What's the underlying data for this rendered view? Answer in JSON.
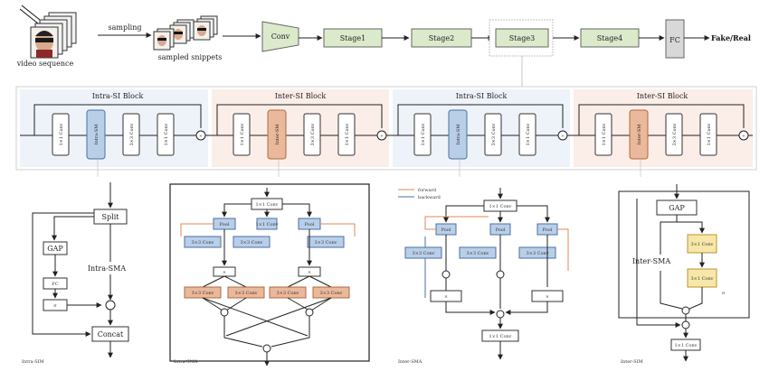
{
  "pipeline": {
    "input_label": "video sequence",
    "sampling_label": "sampling",
    "sampled_label": "sampled snippets",
    "stem": "Conv",
    "stages": [
      "Stage1",
      "Stage2",
      "Stage3",
      "Stage4"
    ],
    "fc": "FC",
    "output": "Fake/Real"
  },
  "blocks": {
    "titles": [
      "Intra-SI Block",
      "Inter-SI Block",
      "Intra-SI Block",
      "Inter-SI Block"
    ],
    "conv1": "1×1 Conv",
    "conv3": "3×3 Conv",
    "intra_module": "Intra-SM",
    "inter_module": "Inter-SM",
    "op_sum": "+"
  },
  "panels": {
    "p1": {
      "caption": "Intra-SIM",
      "split": "Split",
      "gap": "GAP",
      "fc": "FC",
      "sigma": "σ",
      "intra_sma": "Intra-SMA",
      "concat": "Concat"
    },
    "p2": {
      "caption": "Intra-SMA",
      "top_conv": "1×1 Conv",
      "pool_left": "Pool",
      "pool_right": "Pool",
      "mid_conv": "1×1 Conv",
      "conv_blue": "3×3 Conv",
      "conv_orange": "3×3 Conv",
      "mul": "×"
    },
    "p3": {
      "caption": "Inter-SMA",
      "legend_forward": "forward",
      "legend_backward": "backward",
      "top_conv": "1×1 Conv",
      "pool": "Pool",
      "conv_blue": "3×3 Conv",
      "mul": "×",
      "out_conv": "1×1 Conv"
    },
    "p4": {
      "caption": "Inter-SIM",
      "gap": "GAP",
      "intra_sma": "Inter-SMA",
      "conv_yellow": "3×1 Conv",
      "sigma": "σ",
      "out_conv": "1×1 Conv"
    }
  }
}
